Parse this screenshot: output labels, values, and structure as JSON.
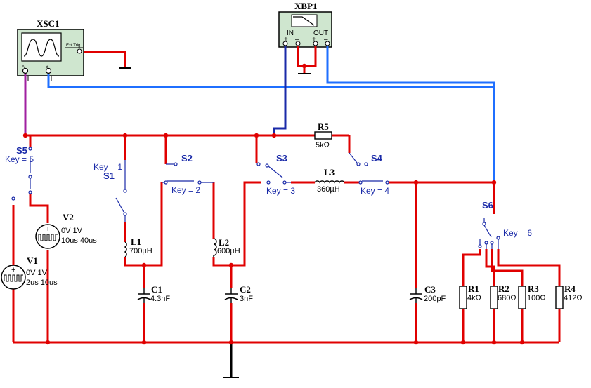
{
  "instruments": {
    "scope": {
      "name": "XSC1",
      "ext_trig": "Ext Trig",
      "ch_a": "A",
      "ch_b": "B",
      "minus": "_",
      "plus": "+"
    },
    "bode": {
      "name": "XBP1",
      "in_label": "IN",
      "out_label": "OUT",
      "plus": "+",
      "minus": "–"
    }
  },
  "switches": {
    "s1": {
      "name": "S1",
      "key": "Key = 1"
    },
    "s2": {
      "name": "S2",
      "key": "Key = 2"
    },
    "s3": {
      "name": "S3",
      "key": "Key = 3"
    },
    "s4": {
      "name": "S4",
      "key": "Key = 4"
    },
    "s5": {
      "name": "S5",
      "key": "Key = 5"
    },
    "s6": {
      "name": "S6",
      "key": "Key = 6"
    }
  },
  "sources": {
    "v1": {
      "name": "V1",
      "line1": "0V 1V",
      "line2": "2us 10us"
    },
    "v2": {
      "name": "V2",
      "line1": "0V 1V",
      "line2": "10us 40us"
    }
  },
  "inductors": {
    "l1": {
      "name": "L1",
      "value": "700µH"
    },
    "l2": {
      "name": "L2",
      "value": "600µH"
    },
    "l3": {
      "name": "L3",
      "value": "360µH"
    }
  },
  "capacitors": {
    "c1": {
      "name": "C1",
      "value": "4.3nF"
    },
    "c2": {
      "name": "C2",
      "value": "3nF"
    },
    "c3": {
      "name": "C3",
      "value": "200pF"
    }
  },
  "resistors": {
    "r1": {
      "name": "R1",
      "value": "4kΩ"
    },
    "r2": {
      "name": "R2",
      "value": "680Ω"
    },
    "r3": {
      "name": "R3",
      "value": "100Ω"
    },
    "r4": {
      "name": "R4",
      "value": "412Ω"
    },
    "r5": {
      "name": "R5",
      "value": "5kΩ"
    }
  },
  "colors": {
    "wire": "#e00000",
    "probe_b": "#1f6fff",
    "bode_in": "#1a2aa8",
    "probe_a": "#a020a0",
    "instrument_bg": "#cfe6cf"
  }
}
